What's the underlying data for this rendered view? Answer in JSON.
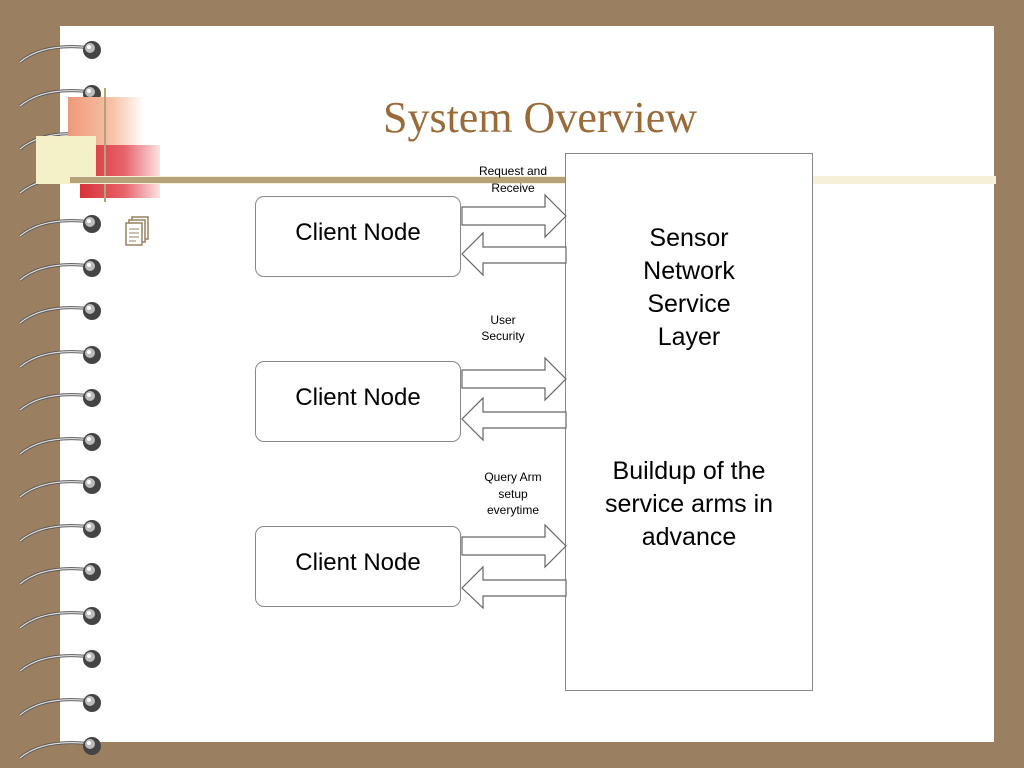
{
  "slide": {
    "title": "System Overview"
  },
  "diagram": {
    "client_nodes": [
      {
        "label": "Client Node"
      },
      {
        "label": "Client Node"
      },
      {
        "label": "Client Node"
      }
    ],
    "service_box": {
      "line1": "Sensor",
      "line2": "Network",
      "line3": "Service",
      "line4": "Layer",
      "sub1": "Buildup of the",
      "sub2": "service arms in",
      "sub3": "advance"
    },
    "edge_labels": {
      "request_line1": "Request and",
      "request_line2": "Receive",
      "security_line1": "User",
      "security_line2": "Security",
      "query_line1": "Query Arm",
      "query_line2": "setup",
      "query_line3": "everytime"
    }
  },
  "colors": {
    "background": "#9a8060",
    "title": "#9a6a38",
    "accent_red": "#d8323a",
    "accent_salmon": "#f0987a",
    "accent_cream": "#f4f0c8"
  },
  "icons": {
    "bullet": "document-stack-icon",
    "binding": "spiral-ring-icon"
  }
}
